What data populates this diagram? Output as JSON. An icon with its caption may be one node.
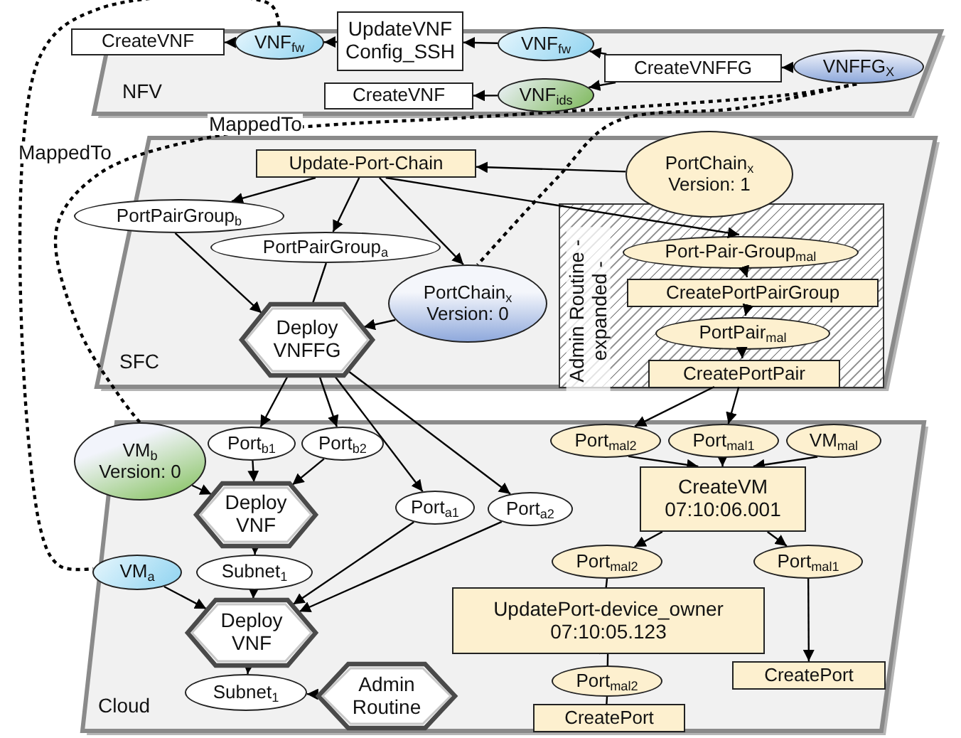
{
  "diagram": {
    "nodes": [
      {
        "text": [
          "NFV"
        ]
      },
      {
        "text": [
          "CreateVNF"
        ]
      },
      {
        "text": [
          "VNF$_{fw}$"
        ],
        "in": 0
      },
      {
        "text": [
          "UpdateVNF Config_SSH"
        ]
      },
      {
        "text": [
          "VNF$_{fw}$"
        ],
        "in": 0
      },
      {
        "text": [
          "CreateVNF"
        ],
        "in": 0
      },
      {
        "text": [
          "VNF$_{ids}$"
        ],
        "in": 0
      },
      {
        "text": [
          "CreateVNFFG"
        ],
        "in": 0
      },
      {
        "text": [
          "VNFFG$_{X}$"
        ],
        "in": 0
      },
      {
        "text": [
          "SFC"
        ]
      },
      {
        "text": [
          "Update-Port-Chain"
        ],
        "in": 9
      },
      {
        "text": [
          "PortChain$_{x}$ Version: 1"
        ],
        "in": 9
      },
      {
        "text": [
          "PortPairGroup$_{b}$"
        ],
        "in": 9
      },
      {
        "text": [
          "PortPairGroup$_{a}$"
        ],
        "in": 9
      },
      {
        "text": [
          "PortChain$_{x}$ Version: 0"
        ],
        "in": 9
      },
      {
        "text": [
          "Deploy VNFFG"
        ],
        "in": 9
      },
      {
        "text": [
          "Admin Routine - expanded -"
        ],
        "in": 9
      },
      {
        "text": [
          "Port-Pair-Group$_{mal}$"
        ],
        "in": 16
      },
      {
        "text": [
          "CreatePortPairGroup"
        ],
        "in": 16
      },
      {
        "text": [
          "PortPair$_{mal}$"
        ],
        "in": 16
      },
      {
        "text": [
          "CreatePortPair"
        ],
        "in": 16
      },
      {
        "text": [
          "Cloud"
        ]
      },
      {
        "text": [
          "VM$_{b}$ Version: 0"
        ],
        "in": 21
      },
      {
        "text": [
          "Port$_{b1}$"
        ],
        "in": 21
      },
      {
        "text": [
          "Port$_{b2}$"
        ],
        "in": 21
      },
      {
        "text": [
          "Deploy VNF"
        ],
        "in": 21
      },
      {
        "text": [
          "Port$_{a1}$"
        ],
        "in": 21
      },
      {
        "text": [
          "Port$_{a2}$"
        ],
        "in": 21
      },
      {
        "text": [
          "Subnet$_{1}$"
        ],
        "in": 21
      },
      {
        "text": [
          "VM$_{a}$"
        ],
        "in": 21
      },
      {
        "text": [
          "Deploy VNF"
        ],
        "in": 21
      },
      {
        "text": [
          "Subnet$_{1}$"
        ],
        "in": 21
      },
      {
        "text": [
          "Admin Routine"
        ],
        "in": 21
      },
      {
        "text": [
          "Port$_{mal2}$"
        ],
        "in": 21
      },
      {
        "text": [
          "Port$_{mal1}$"
        ],
        "in": 21
      },
      {
        "text": [
          "VM$_{mal}$"
        ],
        "in": 21
      },
      {
        "text": [
          "CreateVM 07:10:06.001"
        ],
        "in": 21
      },
      {
        "text": [
          "Port$_{mal2}$"
        ],
        "in": 21
      },
      {
        "text": [
          "Port$_{mal1}$"
        ],
        "in": 21
      },
      {
        "text": [
          "UpdatePort-device_owner 07:10:05.123"
        ],
        "in": 21
      },
      {
        "text": [
          "Port$_{mal2}$"
        ],
        "in": 21
      },
      {
        "text": [
          "CreatePort"
        ],
        "in": 21
      },
      {
        "text": [
          "CreatePort"
        ],
        "in": 21
      }
    ],
    "edges": [
      {
        "from": 2,
        "to": 1,
        "arrow": "to"
      },
      {
        "from": 3,
        "to": 2,
        "arrow": "to"
      },
      {
        "from": 4,
        "to": 3,
        "arrow": "to"
      },
      {
        "from": 7,
        "to": 4,
        "arrow": "to"
      },
      {
        "from": 7,
        "to": 6,
        "arrow": "to"
      },
      {
        "from": 6,
        "to": 5,
        "arrow": "to"
      },
      {
        "from": 8,
        "to": 7,
        "arrow": "to"
      },
      {
        "from": 2,
        "to": 29,
        "arrow": "none",
        "label": "MappedTo",
        "style": "dashed"
      },
      {
        "from": 8,
        "to": 22,
        "arrow": "none",
        "label": "MappedTo",
        "style": "dashed"
      },
      {
        "from": 8,
        "to": 14,
        "arrow": "none",
        "style": "dashed"
      },
      {
        "from": 11,
        "to": 10,
        "arrow": "to"
      },
      {
        "from": 10,
        "to": 12,
        "arrow": "to"
      },
      {
        "from": 10,
        "to": 13,
        "arrow": "to"
      },
      {
        "from": 10,
        "to": 14,
        "arrow": "to"
      },
      {
        "from": 10,
        "to": 17,
        "arrow": "to"
      },
      {
        "from": 12,
        "to": 15,
        "arrow": "to"
      },
      {
        "from": 13,
        "to": 15,
        "arrow": "none"
      },
      {
        "from": 14,
        "to": 15,
        "arrow": "to"
      },
      {
        "from": 17,
        "to": 18,
        "arrow": "to"
      },
      {
        "from": 18,
        "to": 19,
        "arrow": "to"
      },
      {
        "from": 19,
        "to": 20,
        "arrow": "to"
      },
      {
        "from": 20,
        "to": 33,
        "arrow": "to"
      },
      {
        "from": 20,
        "to": 34,
        "arrow": "to"
      },
      {
        "from": 15,
        "to": 23,
        "arrow": "to"
      },
      {
        "from": 15,
        "to": 24,
        "arrow": "to"
      },
      {
        "from": 15,
        "to": 26,
        "arrow": "to"
      },
      {
        "from": 15,
        "to": 27,
        "arrow": "to"
      },
      {
        "from": 23,
        "to": 25,
        "arrow": "to"
      },
      {
        "from": 24,
        "to": 25,
        "arrow": "to"
      },
      {
        "from": 22,
        "to": 25,
        "arrow": "to"
      },
      {
        "from": 25,
        "to": 28,
        "arrow": "to"
      },
      {
        "from": 28,
        "to": 30,
        "arrow": "to"
      },
      {
        "from": 29,
        "to": 30,
        "arrow": "to"
      },
      {
        "from": 26,
        "to": 30,
        "arrow": "to"
      },
      {
        "from": 27,
        "to": 30,
        "arrow": "to"
      },
      {
        "from": 30,
        "to": 31,
        "arrow": "to"
      },
      {
        "from": 32,
        "to": 31,
        "arrow": "to"
      },
      {
        "from": 33,
        "to": 36,
        "arrow": "to"
      },
      {
        "from": 34,
        "to": 36,
        "arrow": "to"
      },
      {
        "from": 35,
        "to": 36,
        "arrow": "to"
      },
      {
        "from": 36,
        "to": 37,
        "arrow": "to"
      },
      {
        "from": 36,
        "to": 38,
        "arrow": "to"
      },
      {
        "from": 37,
        "to": 39,
        "arrow": "to"
      },
      {
        "from": 39,
        "to": 40,
        "arrow": "to"
      },
      {
        "from": 40,
        "to": 41,
        "arrow": "to"
      },
      {
        "from": 38,
        "to": 42,
        "arrow": "to"
      }
    ]
  }
}
